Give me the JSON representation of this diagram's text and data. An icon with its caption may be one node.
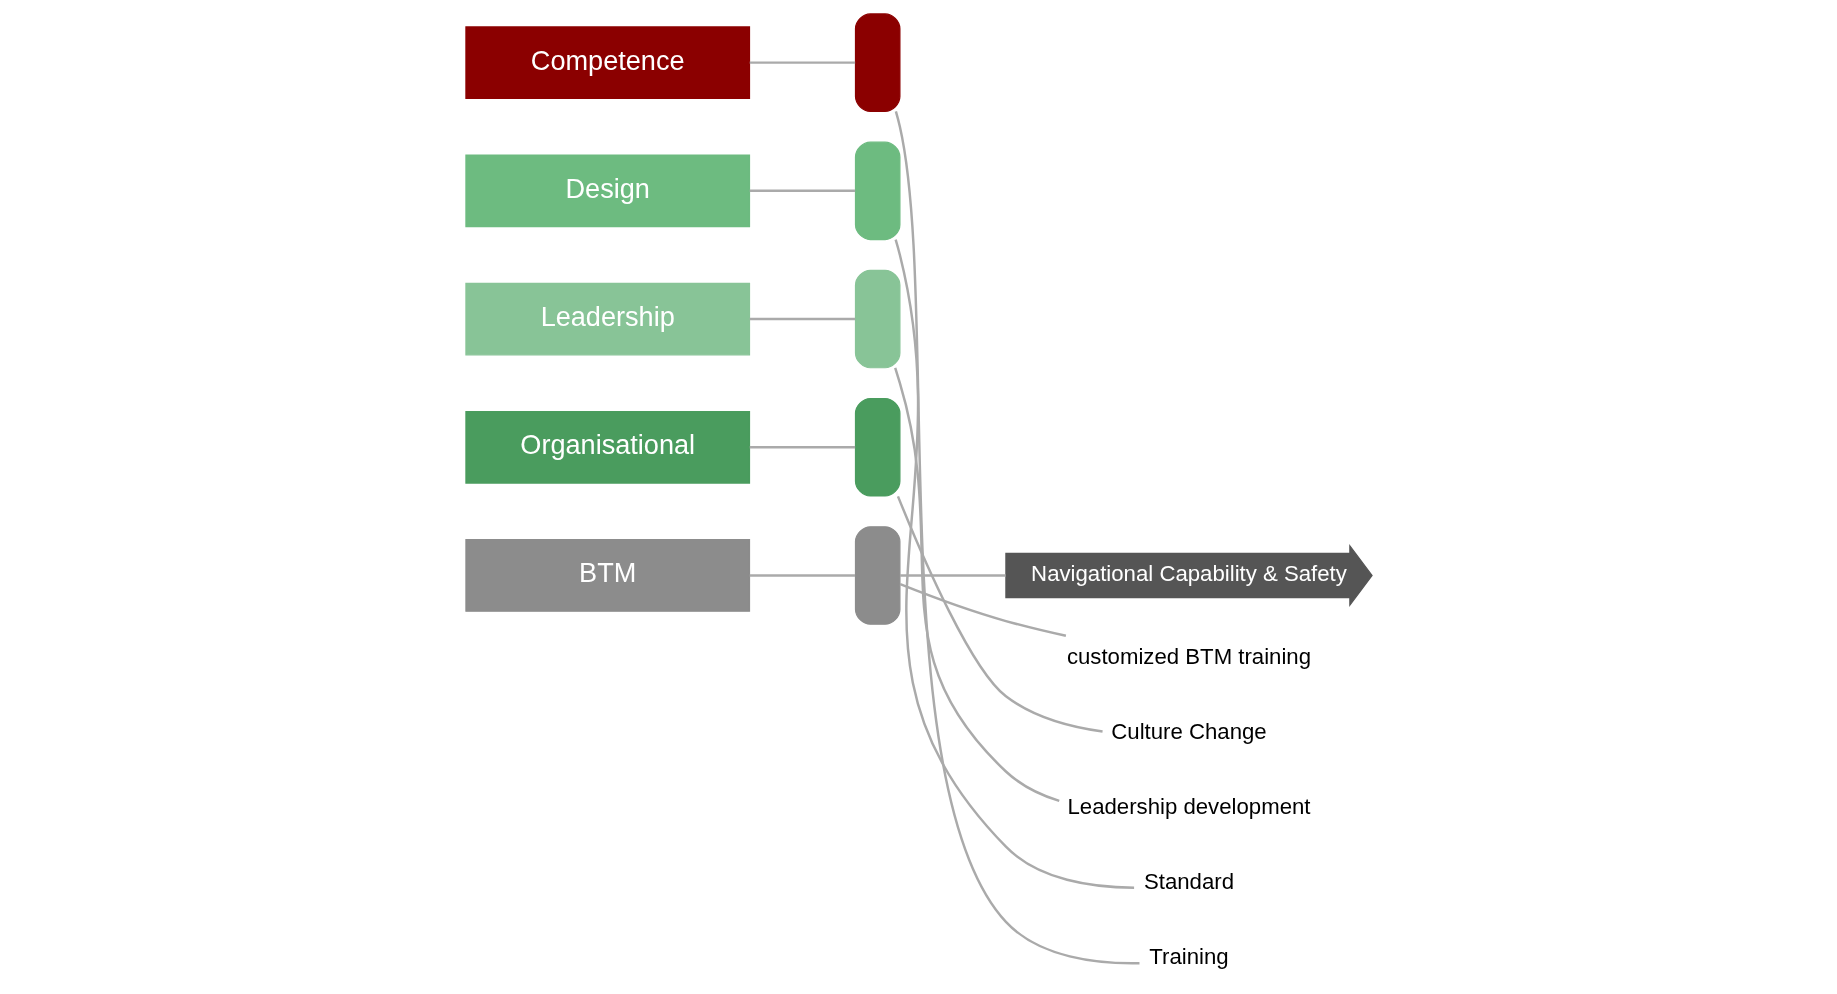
{
  "diagram": {
    "nodes": [
      {
        "text": [
          "BTM"
        ]
      },
      {
        "text": [
          "Design"
        ]
      },
      {
        "text": [
          "Competence"
        ]
      },
      {
        "text": [
          "Leadership"
        ]
      },
      {
        "text": [
          "Organisational"
        ]
      },
      {
        "text": [],
        "shape": "bar"
      },
      {
        "text": [],
        "shape": "bar"
      },
      {
        "text": [],
        "shape": "bar"
      },
      {
        "text": [],
        "shape": "bar"
      },
      {
        "text": [],
        "shape": "bar"
      },
      {
        "text": [
          "Navigational Capability & Safety"
        ]
      },
      {
        "text": [
          "Training"
        ]
      },
      {
        "text": [
          "Leadership development"
        ]
      },
      {
        "text": [
          "customized BTM training"
        ]
      },
      {
        "text": [
          "Culture Change"
        ]
      },
      {
        "text": [
          "Standard"
        ]
      }
    ],
    "edges": [
      {
        "from": 2,
        "to": 5,
        "arrow": "none"
      },
      {
        "from": 1,
        "to": 6,
        "arrow": "none"
      },
      {
        "from": 3,
        "to": 7,
        "arrow": "none"
      },
      {
        "from": 4,
        "to": 8,
        "arrow": "none"
      },
      {
        "from": 0,
        "to": 9,
        "arrow": "none"
      },
      {
        "from": 9,
        "to": 10,
        "arrow": "none"
      },
      {
        "from": 11,
        "to": 5,
        "arrow": "none"
      },
      {
        "from": 15,
        "to": 6,
        "arrow": "none"
      },
      {
        "from": 12,
        "to": 7,
        "arrow": "none"
      },
      {
        "from": 14,
        "to": 8,
        "arrow": "none"
      },
      {
        "from": 13,
        "to": 9,
        "arrow": "none"
      }
    ]
  }
}
